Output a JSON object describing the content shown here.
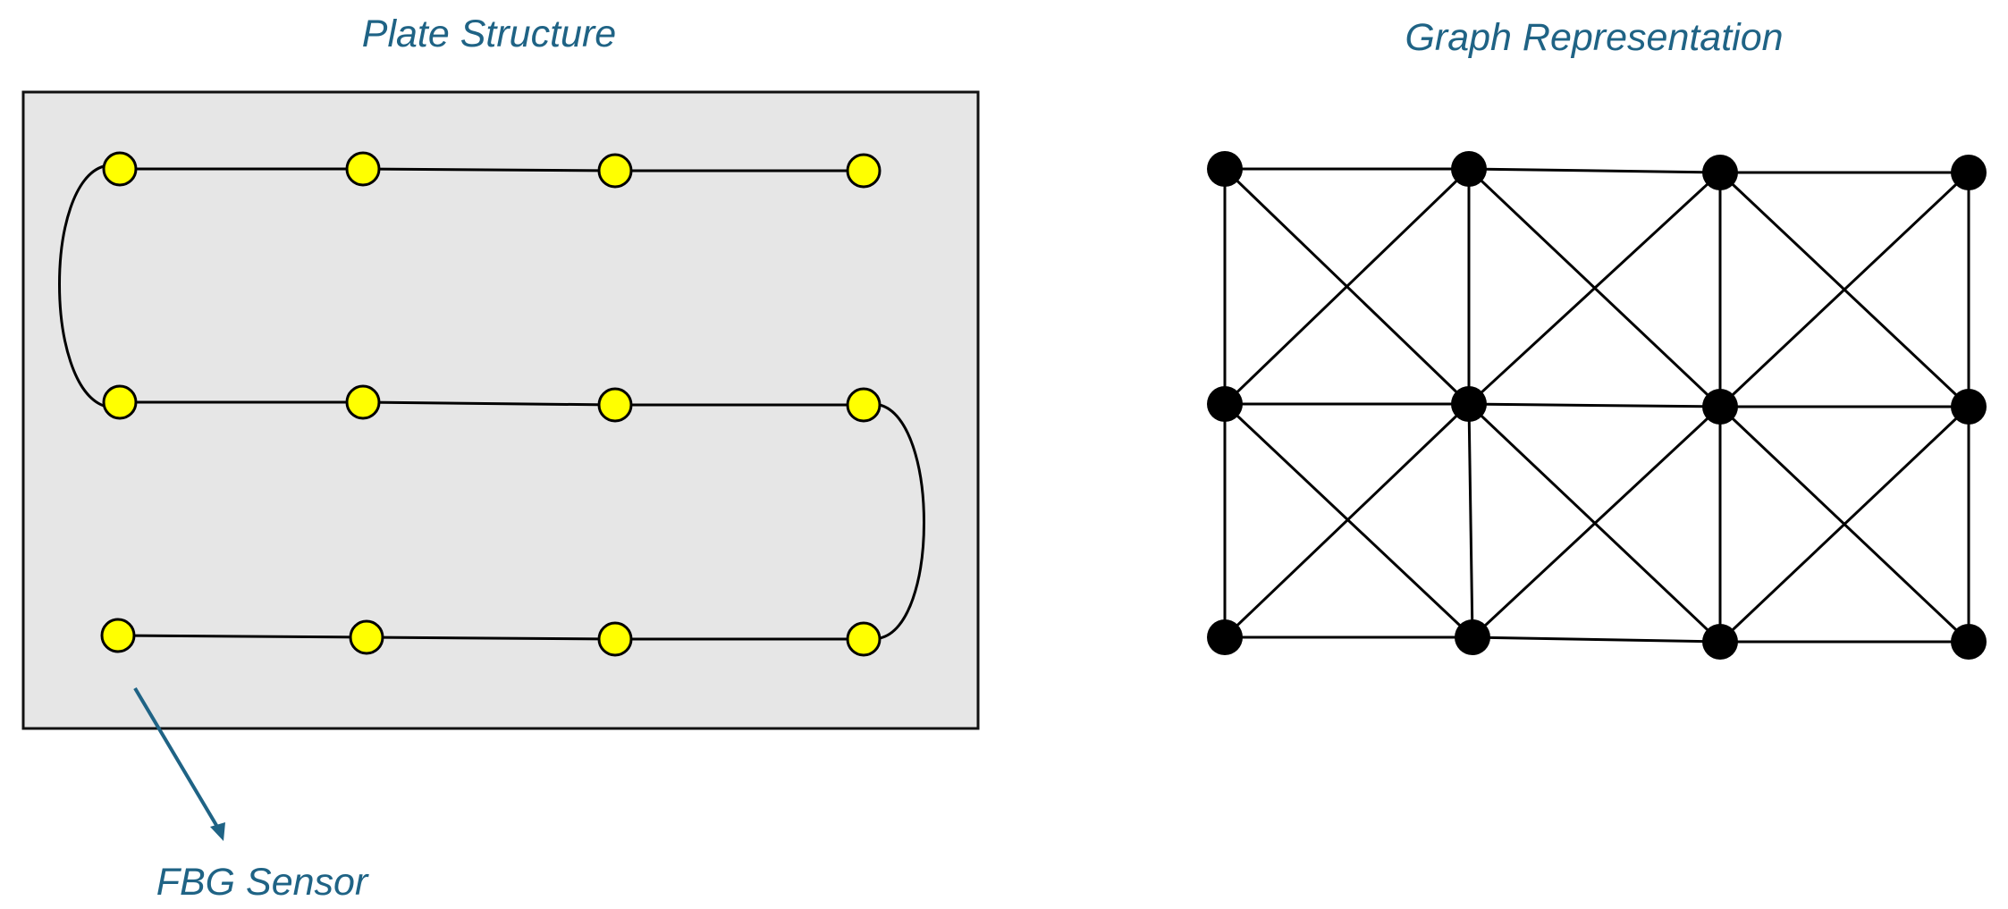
{
  "plate_title": "Plate Structure",
  "graph_title": "Graph Representation",
  "sensor_label": "FBG Sensor",
  "colors": {
    "plate_fill": "#e6e6e6",
    "sensor_fill": "#ffff00",
    "label_color": "#1f6385",
    "node_fill": "#000000"
  },
  "plate": {
    "rows": 3,
    "columns": 4,
    "fiber_path": "serpentine"
  },
  "graph": {
    "rows": 3,
    "columns": 4,
    "edges": "grid with diagonals"
  }
}
